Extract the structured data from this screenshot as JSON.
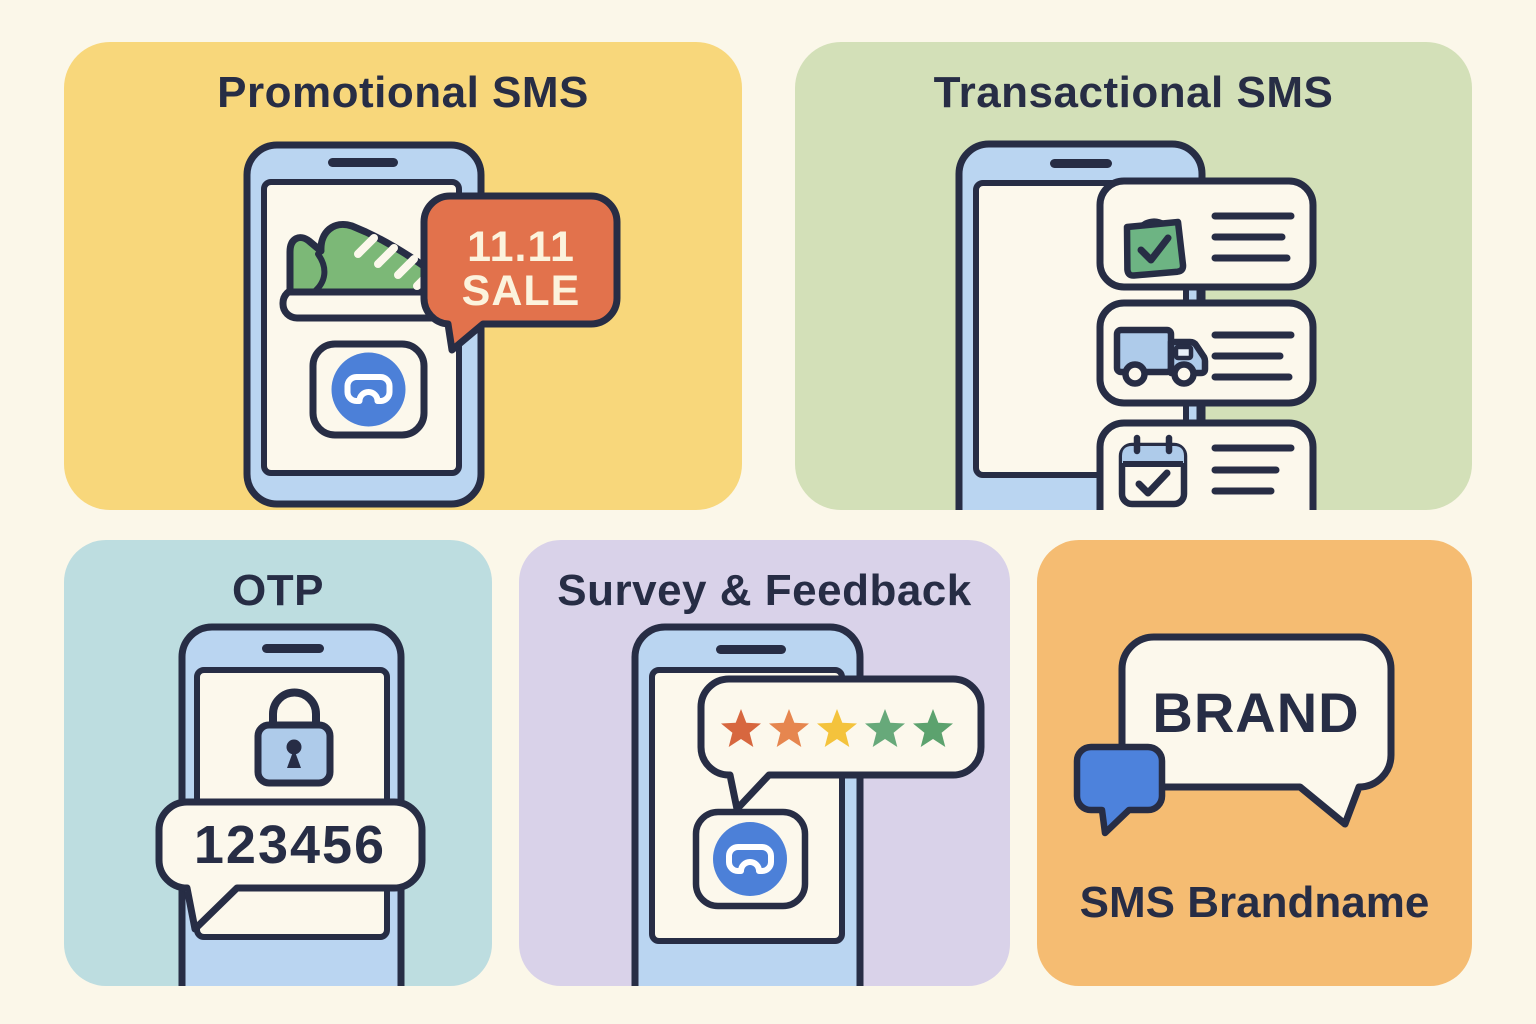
{
  "palette": {
    "page_background": "#FBF7E9",
    "outline_navy": "#272D45",
    "phone_blue": "#BAD5F1",
    "screen_cream": "#FCF8EC",
    "app_icon_blue": "#4C80D8",
    "icon_light_blue": "#AECBEA",
    "sneaker_green": "#7CB877",
    "bag_green": "#6DB483"
  },
  "cards": {
    "promotional": {
      "title": "Promotional SMS",
      "background": "#F8D77B",
      "badge": {
        "line1": "11.11",
        "line2": "SALE",
        "fill": "#E2724C",
        "text_color": "#FCF3DD"
      }
    },
    "transactional": {
      "title": "Transactional SMS",
      "background": "#D3E0B8",
      "messages": [
        {
          "icon": "shopping-bag-check-icon"
        },
        {
          "icon": "delivery-truck-icon"
        },
        {
          "icon": "calendar-check-icon"
        }
      ]
    },
    "otp": {
      "title": "OTP",
      "background": "#BDDDE0",
      "code": "123456"
    },
    "survey": {
      "title": "Survey & Feedback",
      "background": "#D9D2E9",
      "stars": [
        {
          "color": "#D7673F"
        },
        {
          "color": "#E6864F"
        },
        {
          "color": "#F4C33C"
        },
        {
          "color": "#67A97A"
        },
        {
          "color": "#5CA26E"
        }
      ]
    },
    "brandname": {
      "title": "SMS Brandname",
      "background": "#F5BC72",
      "bubble_text": "BRAND",
      "bubble_color": "#4D82DC"
    }
  }
}
